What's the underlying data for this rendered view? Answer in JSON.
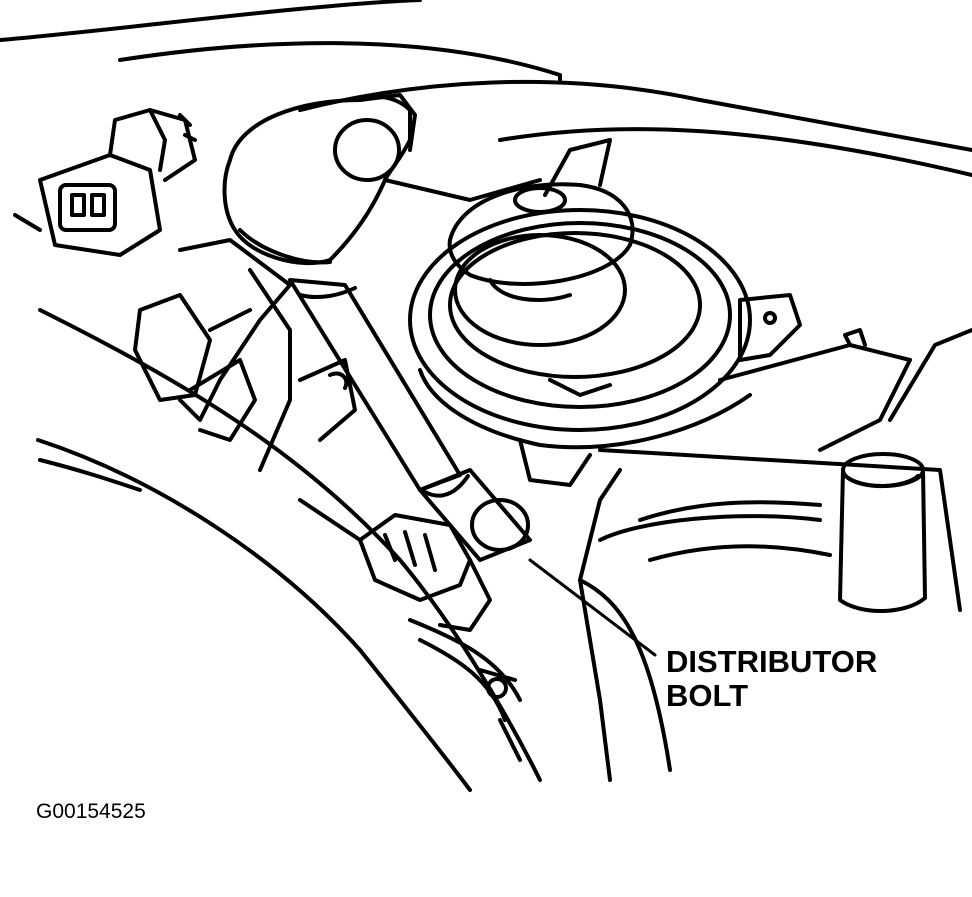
{
  "callout": {
    "line1": "DISTRIBUTOR",
    "line2": "BOLT"
  },
  "figure_id": "G00154525",
  "colors": {
    "ink": "#000000",
    "paper": "#ffffff"
  }
}
